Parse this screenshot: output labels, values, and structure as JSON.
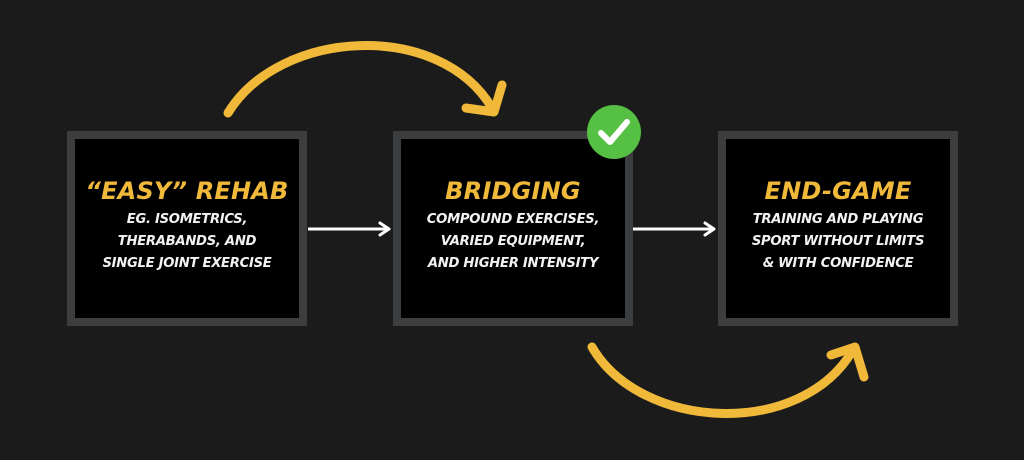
{
  "colors": {
    "background": "#1b1b1b",
    "box_fill": "#000000",
    "box_border": "#3c3d3e",
    "title": "#f0b93a",
    "text": "#f2f2f2",
    "curve_arrow": "#f0b93a",
    "connector_arrow": "#ffffff",
    "check_badge": "#55c043"
  },
  "stages": [
    {
      "title": "“EASY” REHAB",
      "lines": [
        "EG. ISOMETRICS,",
        "THERABANDS, AND",
        "SINGLE JOINT EXERCISE"
      ]
    },
    {
      "title": "BRIDGING",
      "lines": [
        "COMPOUND EXERCISES,",
        "VARIED EQUIPMENT,",
        "AND HIGHER INTENSITY"
      ],
      "badge": "check-icon"
    },
    {
      "title": "END-GAME",
      "lines": [
        "TRAINING AND PLAYING",
        "SPORT WITHOUT LIMITS",
        "& WITH CONFIDENCE"
      ]
    }
  ],
  "connectors": [
    {
      "from": "stage-1",
      "to": "stage-2",
      "style": "straight-arrow"
    },
    {
      "from": "stage-2",
      "to": "stage-3",
      "style": "straight-arrow"
    },
    {
      "from": "stage-1",
      "to": "stage-2",
      "style": "curved-arrow-over"
    },
    {
      "from": "stage-2",
      "to": "stage-3",
      "style": "curved-arrow-under"
    }
  ]
}
